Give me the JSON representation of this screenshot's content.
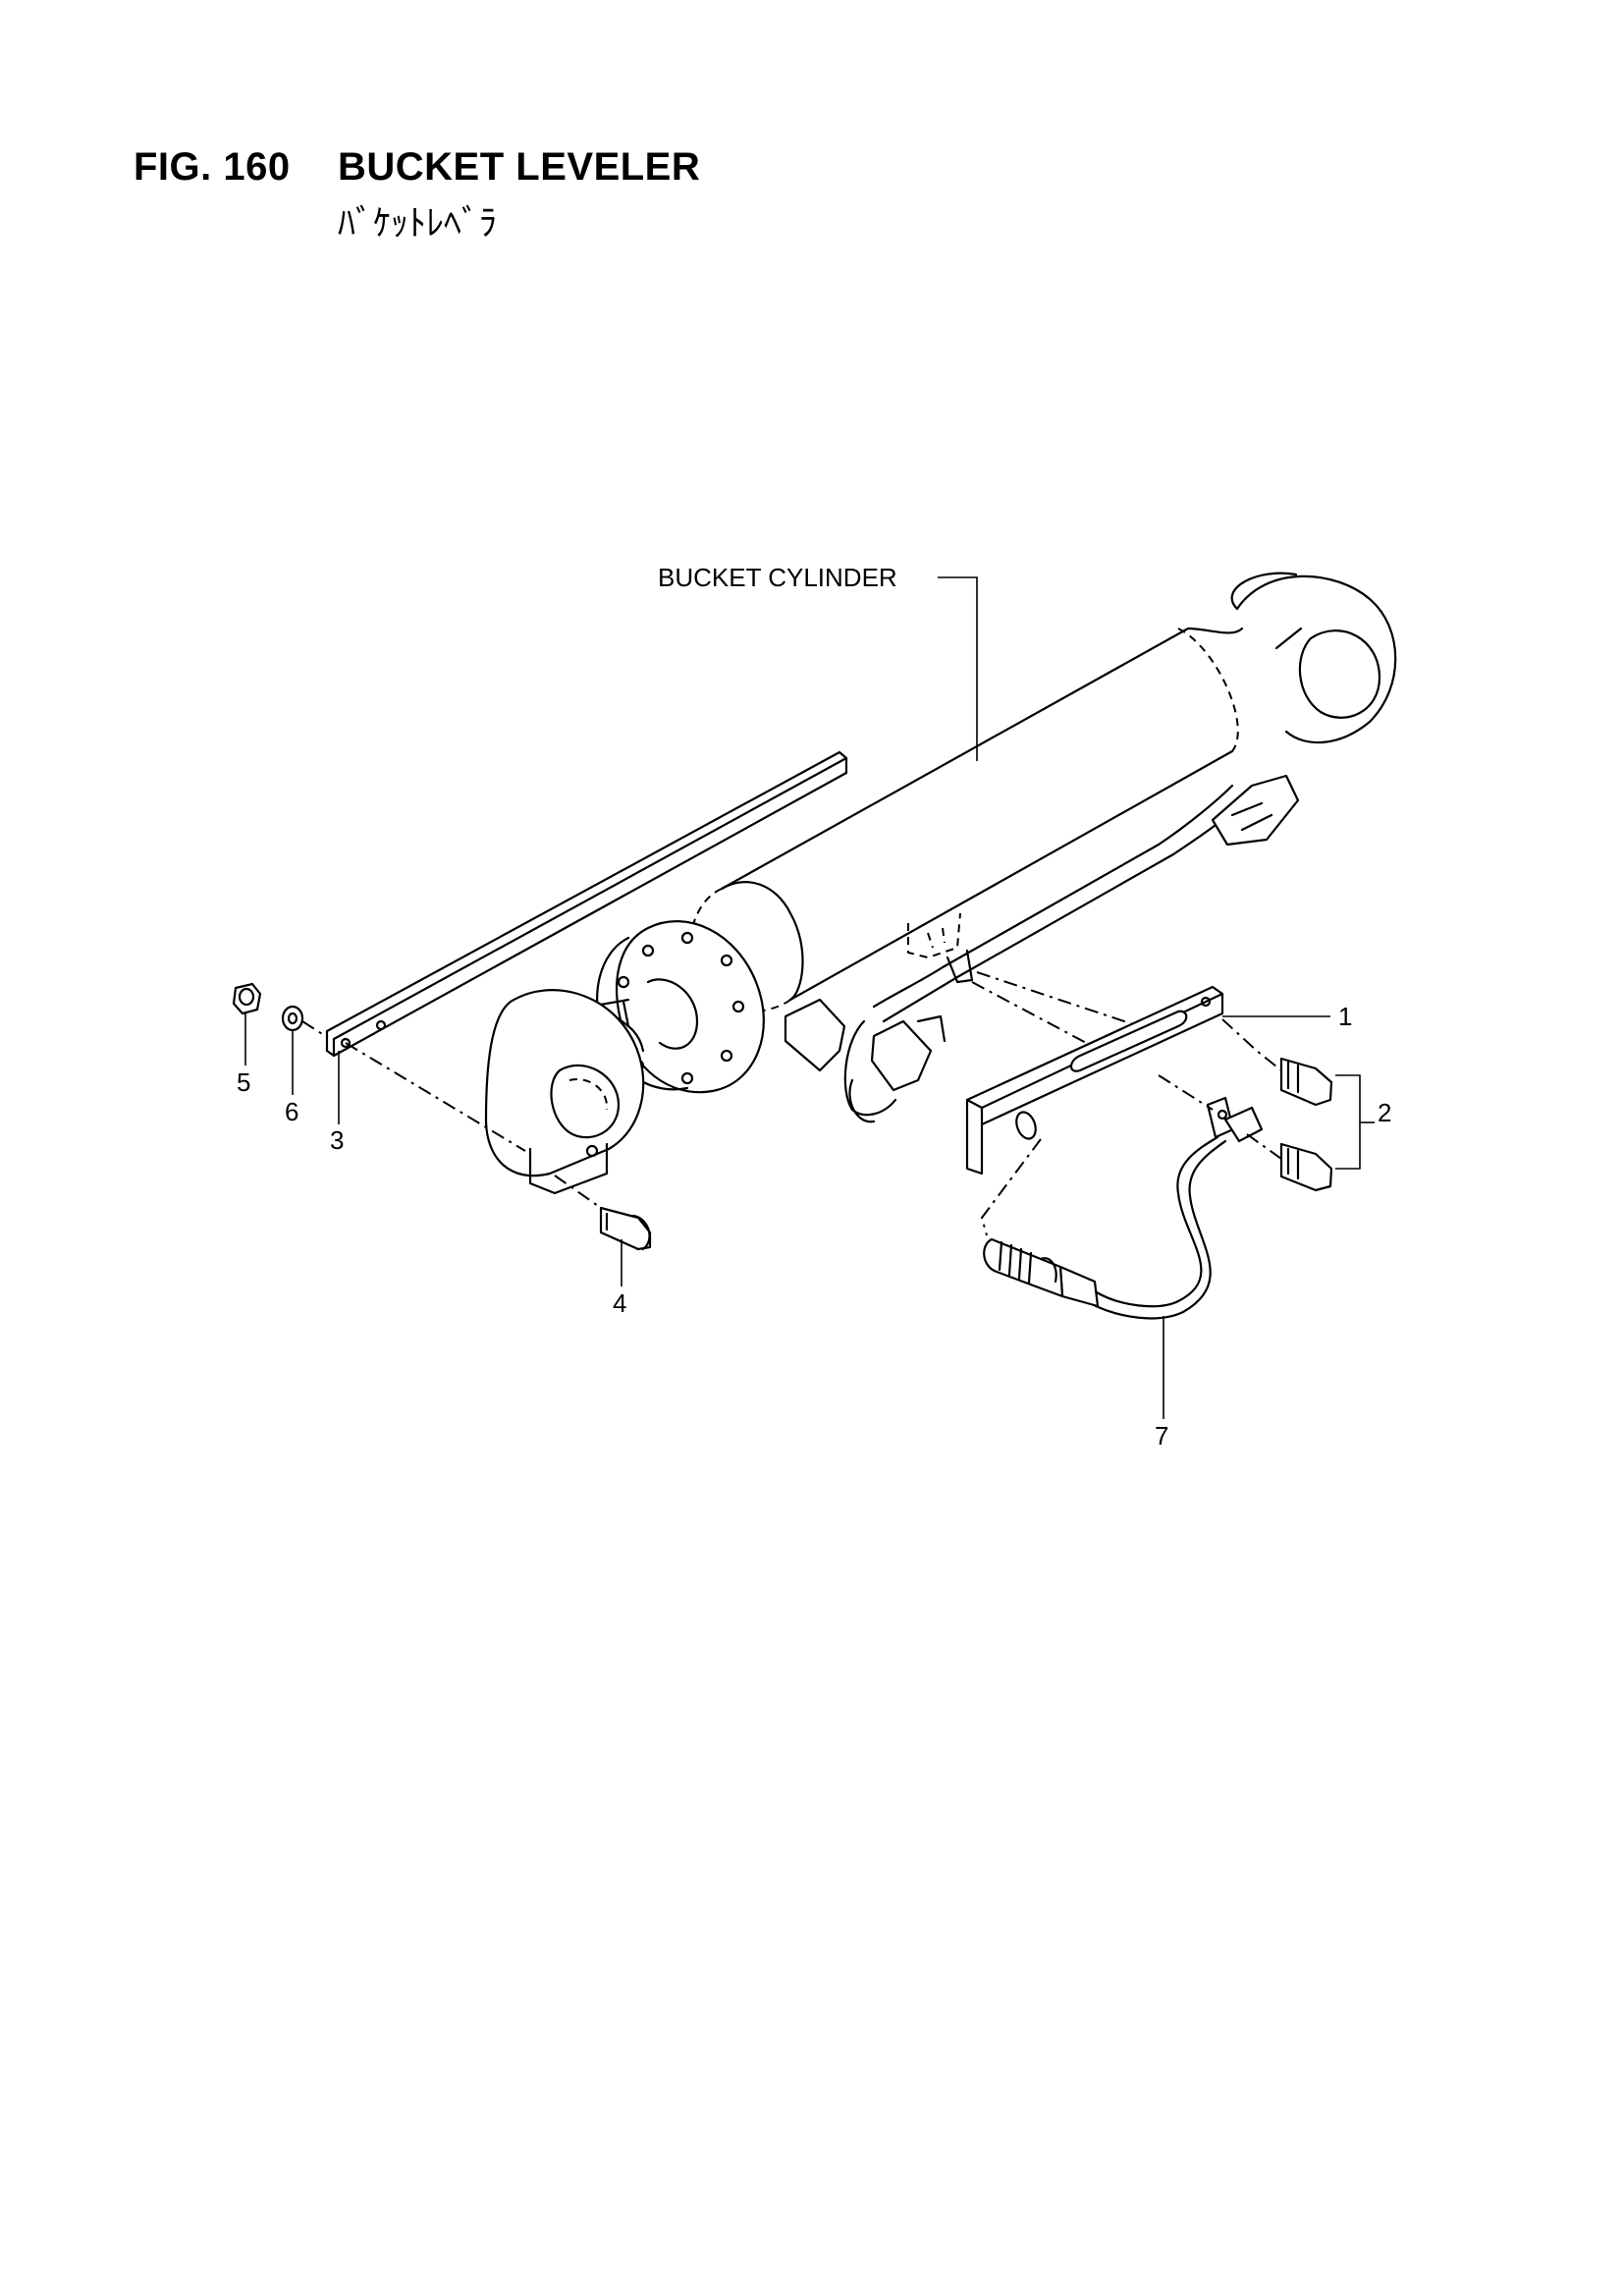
{
  "header": {
    "figure": "FIG. 160",
    "title": "BUCKET LEVELER",
    "subtitle": "ﾊﾞｹｯﾄﾚﾍﾞﾗ"
  },
  "callouts": {
    "bucket_cylinder": "BUCKET CYLINDER",
    "items": [
      "1",
      "2",
      "3",
      "4",
      "5",
      "6",
      "7"
    ]
  }
}
